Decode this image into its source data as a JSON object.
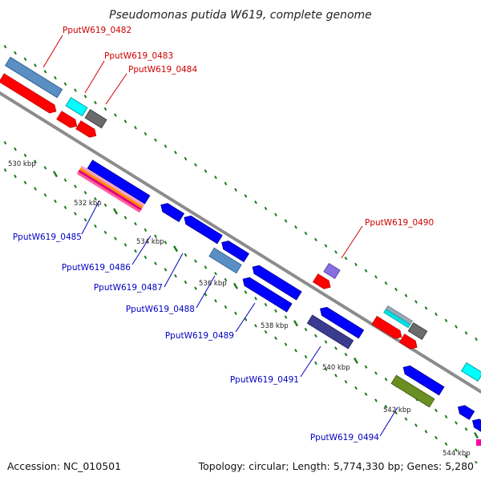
{
  "title": "Pseudomonas putida W619, complete genome",
  "footer": {
    "accession": "Accession: NC_010501",
    "topology": "Topology: circular; Length: 5,774,330 bp; Genes: 5,280"
  },
  "colors": {
    "forward_label": "#d00000",
    "reverse_label": "#0000c0",
    "backbone": "#8c8c8c",
    "tick": "#1a7a1a"
  },
  "kbp_ticks": [
    "530 kbp",
    "532 kbp",
    "534 kbp",
    "536 kbp",
    "538 kbp",
    "540 kbp",
    "542 kbp",
    "544 kbp"
  ],
  "forward_labels": [
    "PputW619_0482",
    "PputW619_0483",
    "PputW619_0484",
    "PputW619_0490"
  ],
  "reverse_labels": [
    "PputW619_0485",
    "PputW619_0486",
    "PputW619_0487",
    "PputW619_0488",
    "PputW619_0489",
    "PputW619_0491",
    "PputW619_0494"
  ]
}
